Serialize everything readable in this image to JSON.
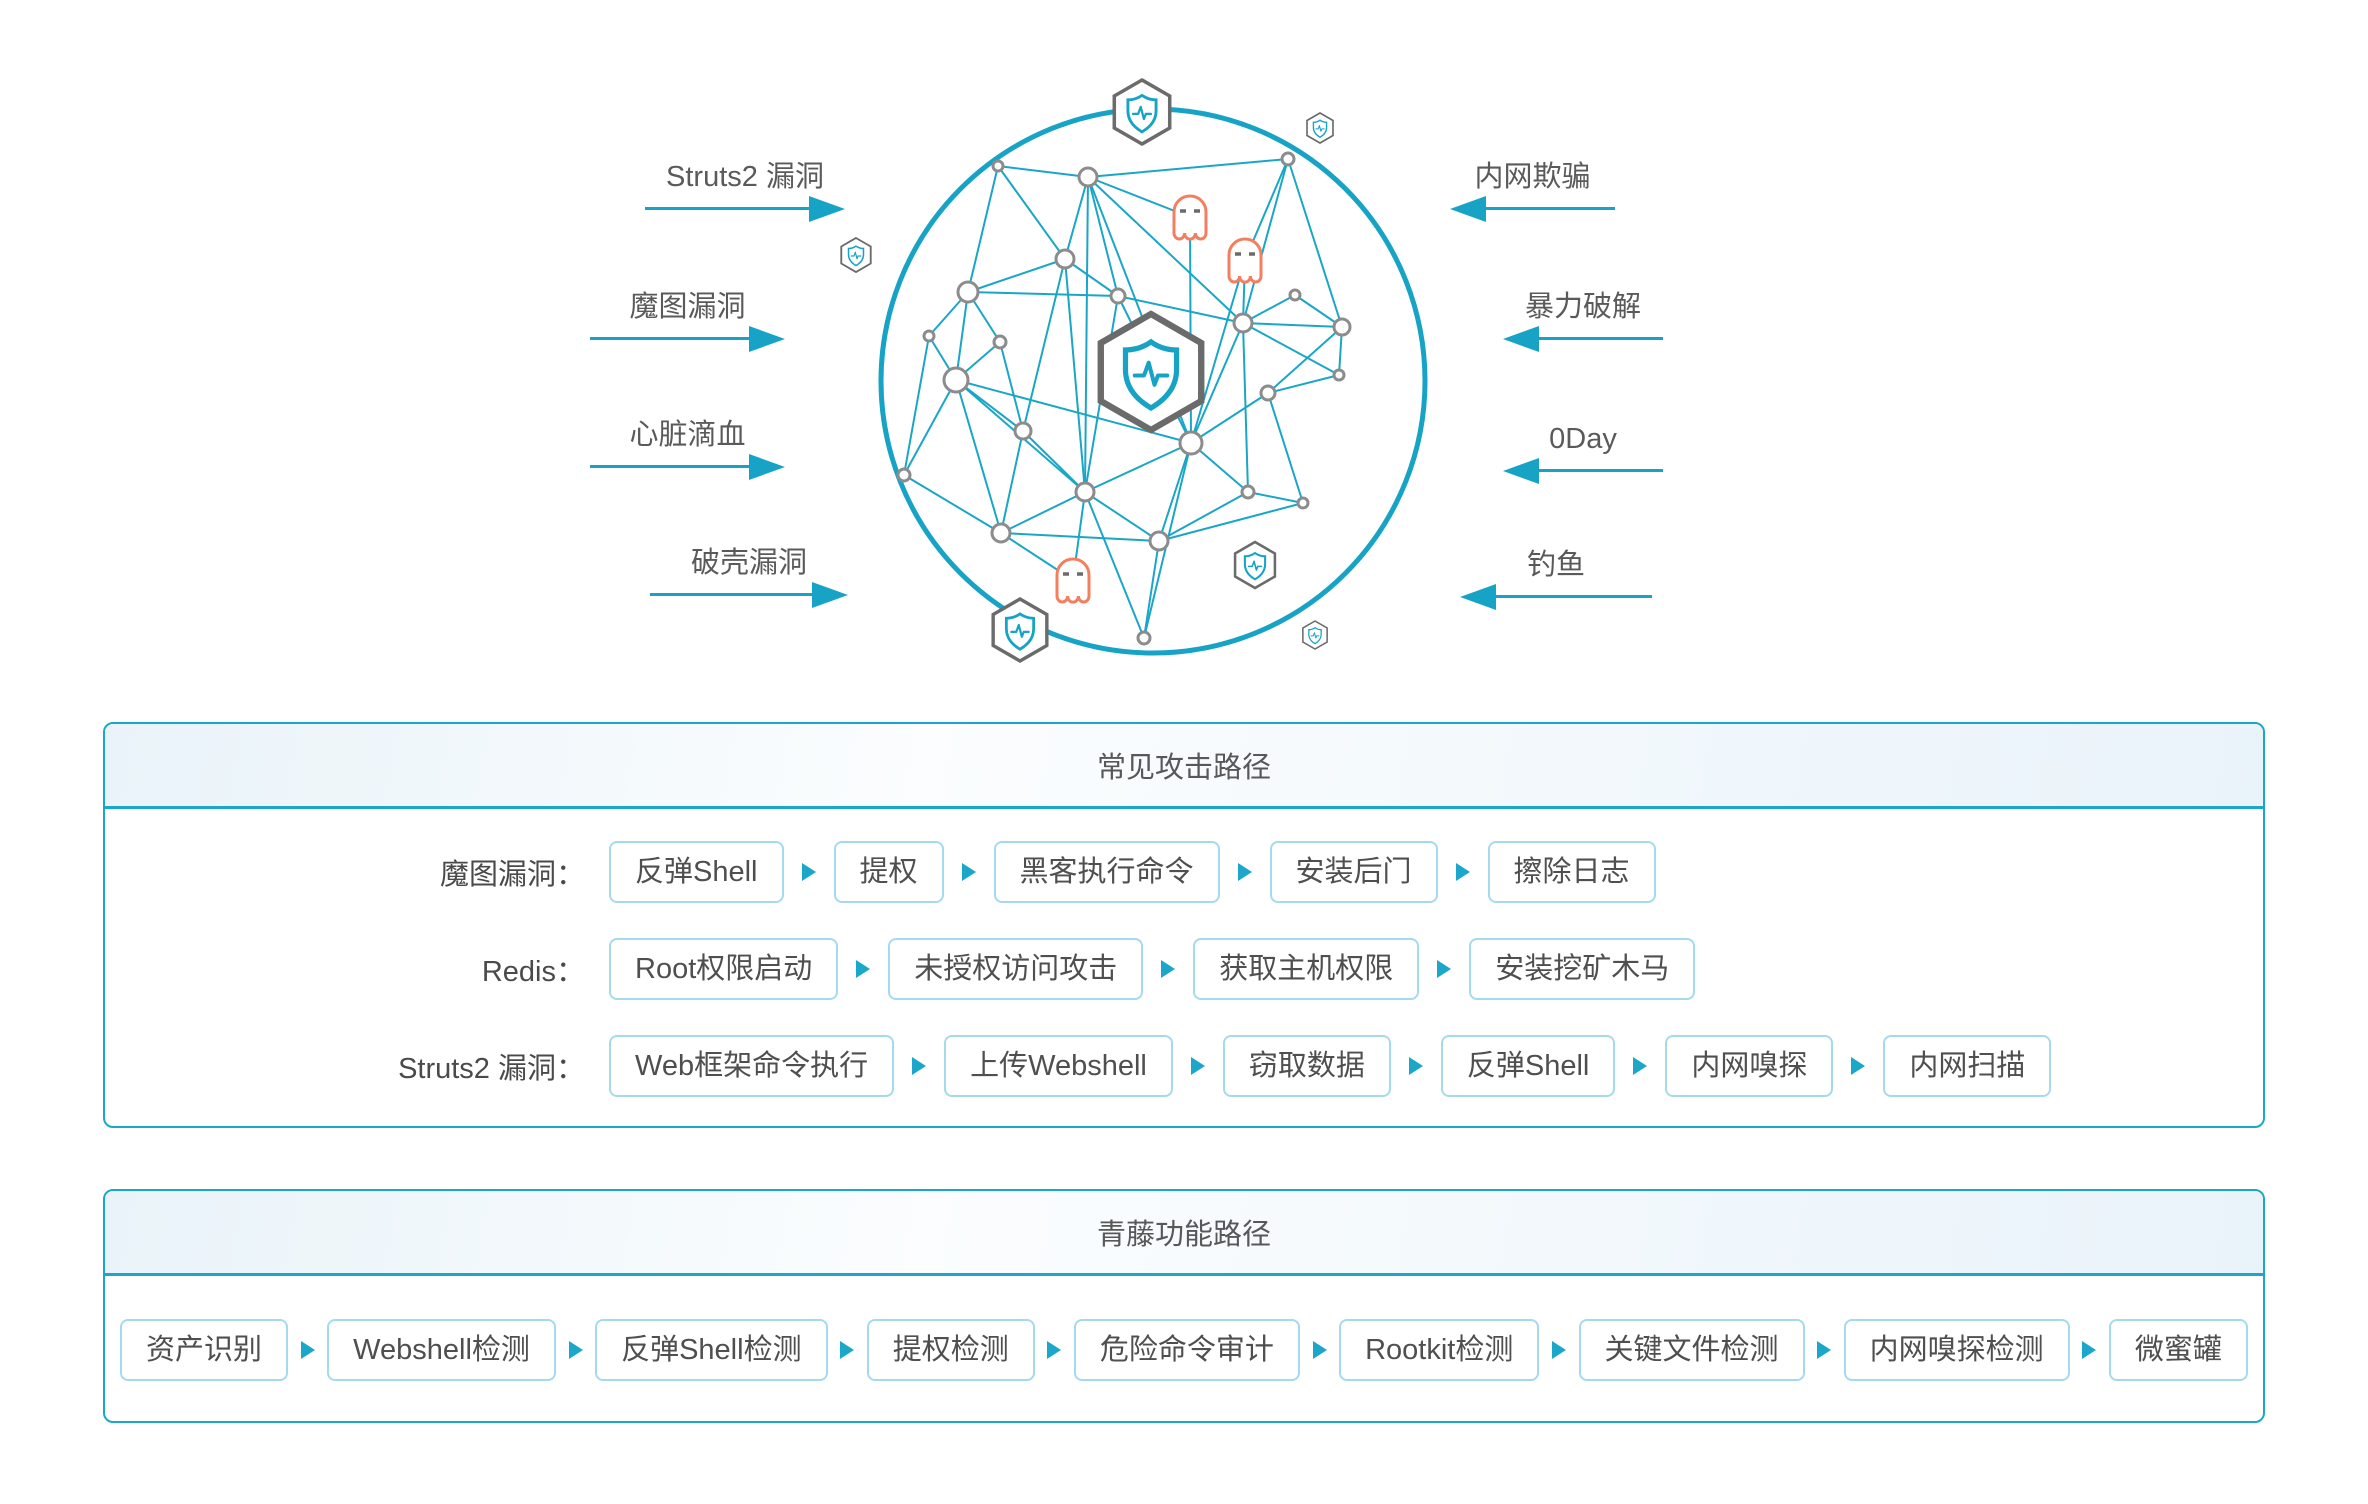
{
  "hero": {
    "left_labels": [
      "Struts2 漏洞",
      "魔图漏洞",
      "心脏滴血",
      "破壳漏洞"
    ],
    "right_labels": [
      "内网欺骗",
      "暴力破解",
      "0Day",
      "钓鱼"
    ]
  },
  "attack_panel": {
    "title": "常见攻击路径",
    "rows": [
      {
        "label": "魔图漏洞：",
        "steps": [
          "反弹Shell",
          "提权",
          "黑客执行命令",
          "安装后门",
          "擦除日志"
        ]
      },
      {
        "label": "Redis：",
        "steps": [
          "Root权限启动",
          "未授权访问攻击",
          "获取主机权限",
          "安装挖矿木马"
        ]
      },
      {
        "label": "Struts2 漏洞：",
        "steps": [
          "Web框架命令执行",
          "上传Webshell",
          "窃取数据",
          "反弹Shell",
          "内网嗅探",
          "内网扫描"
        ]
      }
    ]
  },
  "function_panel": {
    "title": "青藤功能路径",
    "steps": [
      "资产识别",
      "Webshell检测",
      "反弹Shell检测",
      "提权检测",
      "危险命令审计",
      "Rootkit检测",
      "关键文件检测",
      "内网嗅探检测",
      "微蜜罐"
    ]
  },
  "icons": {
    "network": "network-diagram",
    "shield": "shield-pulse-hexagon-icon",
    "ghost": "ghost-attacker-icon",
    "direction_arrow": "direction-arrow-icon",
    "step_arrow": "step-arrow-icon"
  },
  "colors": {
    "accent_teal": "#17a3c5",
    "panel_border": "#1ba7c9",
    "step_box_border": "#a5daed",
    "ghost_orange": "#f47f5f",
    "node_gray": "#8c8c8c",
    "hex_gray": "#6b6b6b",
    "text_dark": "#4f4f4f"
  }
}
